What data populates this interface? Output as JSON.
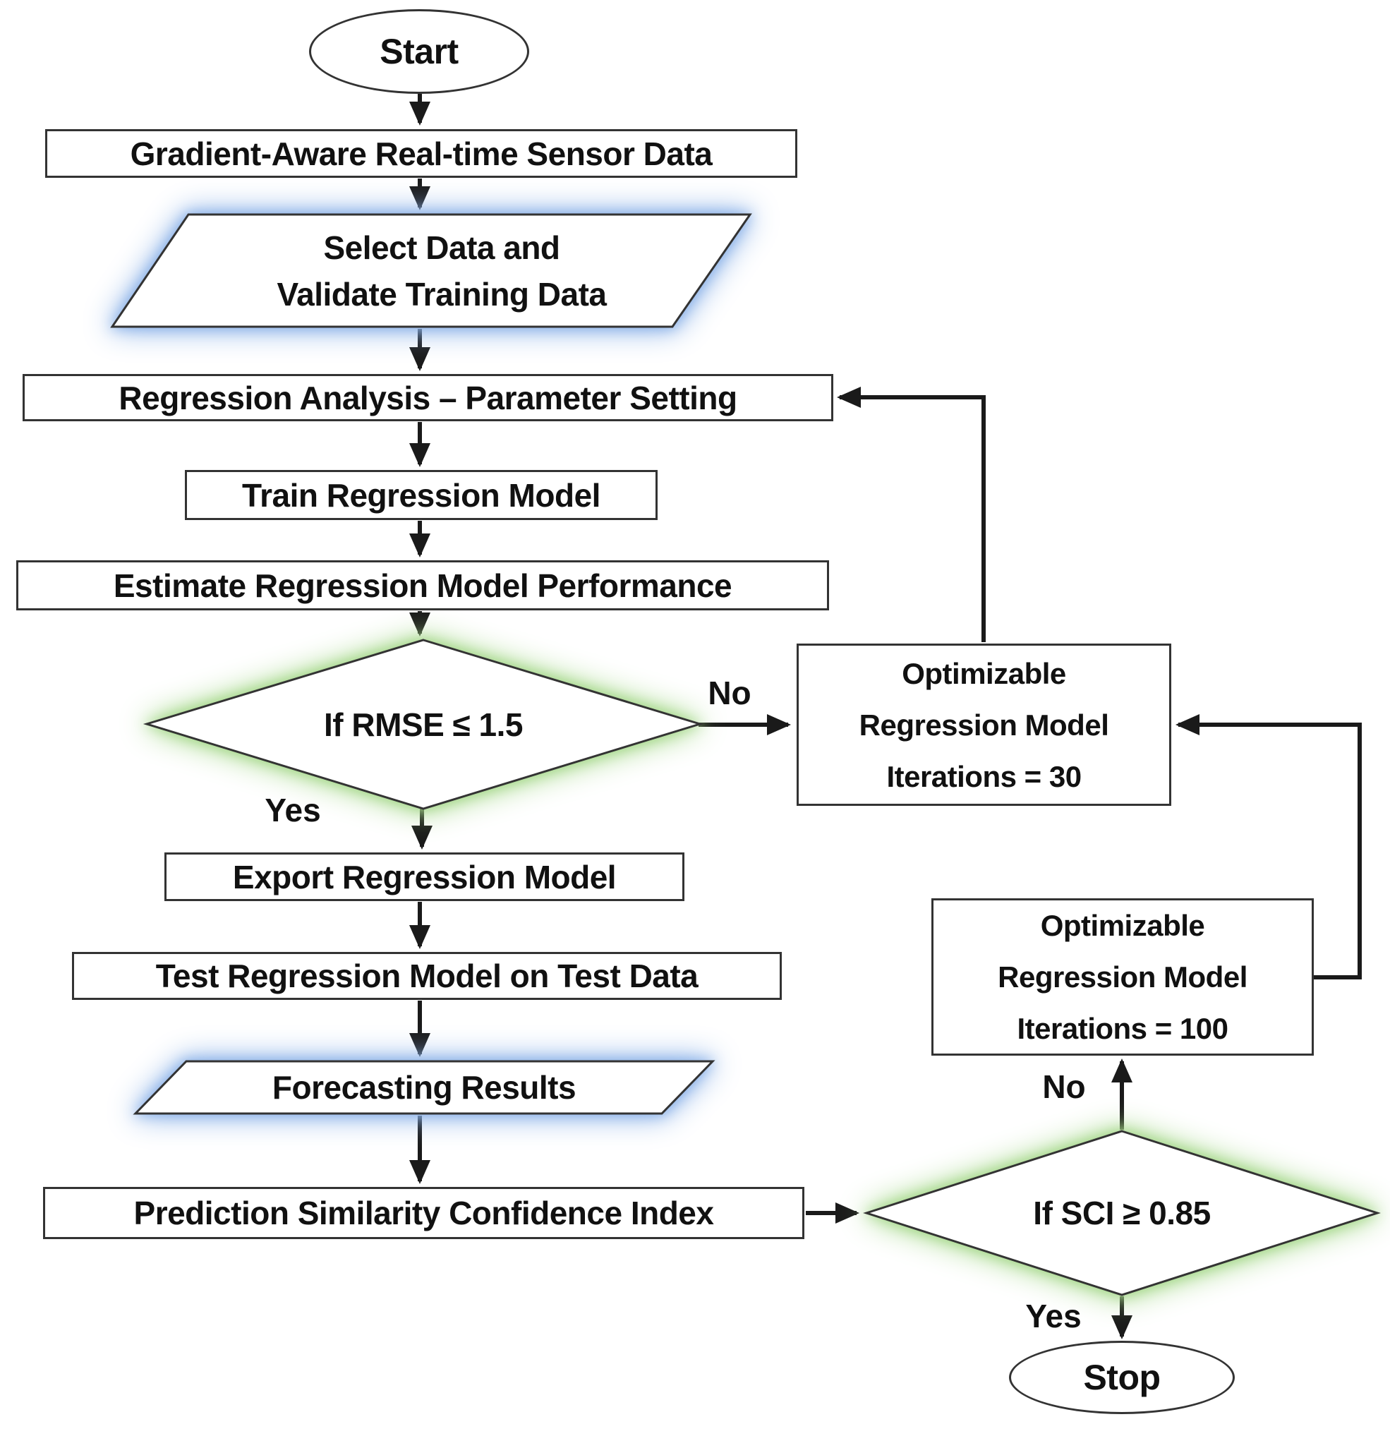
{
  "flowchart": {
    "nodes": {
      "start": {
        "label": "Start"
      },
      "sensor_data": {
        "label": "Gradient-Aware Real-time Sensor Data"
      },
      "select_validate": {
        "lines": [
          "Select Data and",
          "Validate Training Data"
        ]
      },
      "regression_analysis": {
        "label": "Regression Analysis – Parameter Setting"
      },
      "train_model": {
        "label": "Train Regression Model"
      },
      "estimate_performance": {
        "label": "Estimate Regression Model Performance"
      },
      "rmse_decision": {
        "label": "If RMSE ≤ 1.5"
      },
      "iterations_30": {
        "lines": [
          "Optimizable",
          "Regression Model",
          "Iterations = 30"
        ]
      },
      "export_model": {
        "label": "Export Regression Model"
      },
      "test_model": {
        "label": "Test Regression Model on Test Data"
      },
      "forecasting_results": {
        "label": "Forecasting Results"
      },
      "prediction_index": {
        "label": "Prediction Similarity Confidence Index"
      },
      "sci_decision": {
        "label": "If SCI ≥ 0.85"
      },
      "iterations_100": {
        "lines": [
          "Optimizable",
          "Regression Model",
          "Iterations = 100"
        ]
      },
      "stop": {
        "label": "Stop"
      }
    },
    "edge_labels": {
      "rmse_no": "No",
      "rmse_yes": "Yes",
      "sci_no": "No",
      "sci_yes": "Yes"
    },
    "colors": {
      "blue_glow": "#8ab1e8",
      "green_glow": "#a3d787",
      "line": "#1a1a1a",
      "border": "#333333",
      "background": "#ffffff"
    }
  }
}
